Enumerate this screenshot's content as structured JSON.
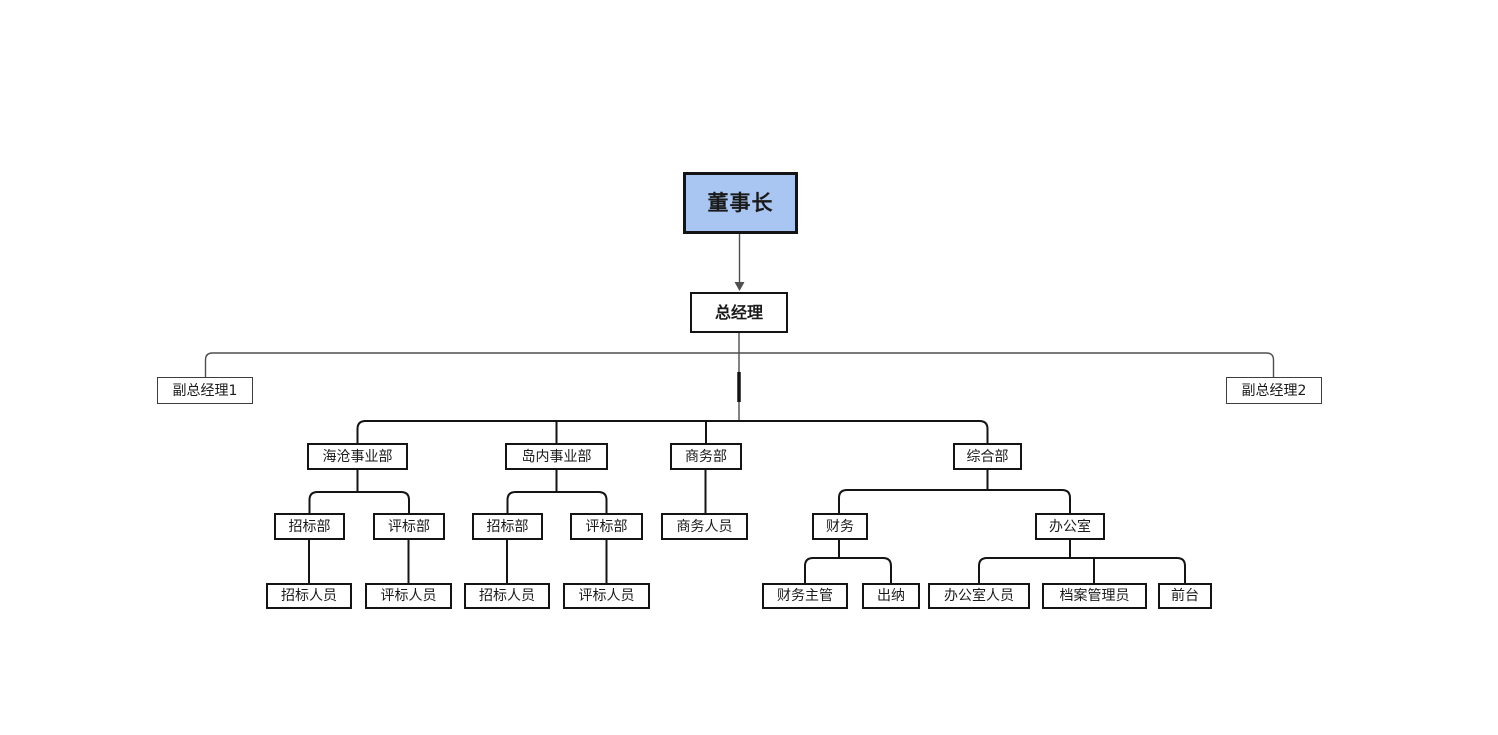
{
  "colors": {
    "background": "#ffffff",
    "chairman_fill": "#a9c6f2",
    "box_border": "#141414",
    "connector_dark": "#141414",
    "connector_gray": "#4e4e4e"
  },
  "nodes": {
    "chairman": {
      "label": "董事长"
    },
    "general_manager": {
      "label": "总经理"
    },
    "deputy_gm_1": {
      "label": "副总经理1"
    },
    "deputy_gm_2": {
      "label": "副总经理2"
    },
    "haicang_division": {
      "label": "海沧事业部"
    },
    "daonei_division": {
      "label": "岛内事业部"
    },
    "business_dept": {
      "label": "商务部"
    },
    "general_affairs_dept": {
      "label": "综合部"
    },
    "haicang_bidding_dept": {
      "label": "招标部"
    },
    "haicang_evaluation_dept": {
      "label": "评标部"
    },
    "daonei_bidding_dept": {
      "label": "招标部"
    },
    "daonei_evaluation_dept": {
      "label": "评标部"
    },
    "business_staff": {
      "label": "商务人员"
    },
    "finance": {
      "label": "财务"
    },
    "office": {
      "label": "办公室"
    },
    "haicang_bidding_staff": {
      "label": "招标人员"
    },
    "haicang_evaluation_staff": {
      "label": "评标人员"
    },
    "daonei_bidding_staff": {
      "label": "招标人员"
    },
    "daonei_evaluation_staff": {
      "label": "评标人员"
    },
    "finance_supervisor": {
      "label": "财务主管"
    },
    "cashier": {
      "label": "出纳"
    },
    "office_staff": {
      "label": "办公室人员"
    },
    "archive_manager": {
      "label": "档案管理员"
    },
    "front_desk": {
      "label": "前台"
    }
  }
}
